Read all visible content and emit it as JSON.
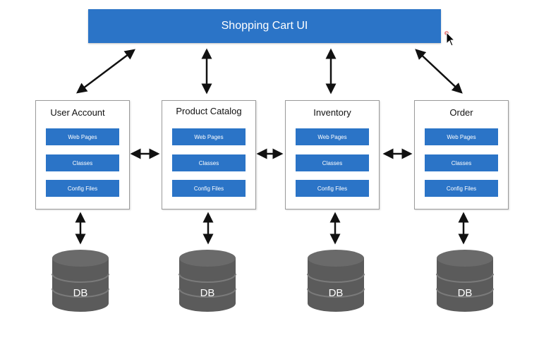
{
  "top_bar": {
    "label": "Shopping Cart UI"
  },
  "modules": [
    {
      "title": "User Account",
      "components": [
        "Web Pages",
        "Classes",
        "Config Files"
      ]
    },
    {
      "title": "Product Catalog",
      "components": [
        "Web Pages",
        "Classes",
        "Config Files"
      ]
    },
    {
      "title": "Inventory",
      "components": [
        "Web Pages",
        "Classes",
        "Config Files"
      ]
    },
    {
      "title": "Order",
      "components": [
        "Web Pages",
        "Classes",
        "Config Files"
      ]
    }
  ],
  "databases": [
    {
      "label": "DB"
    },
    {
      "label": "DB"
    },
    {
      "label": "DB"
    },
    {
      "label": "DB"
    }
  ],
  "colors": {
    "accent_blue": "#2b74c7",
    "db_gray": "#5b5b5b",
    "arrow": "#111111"
  }
}
